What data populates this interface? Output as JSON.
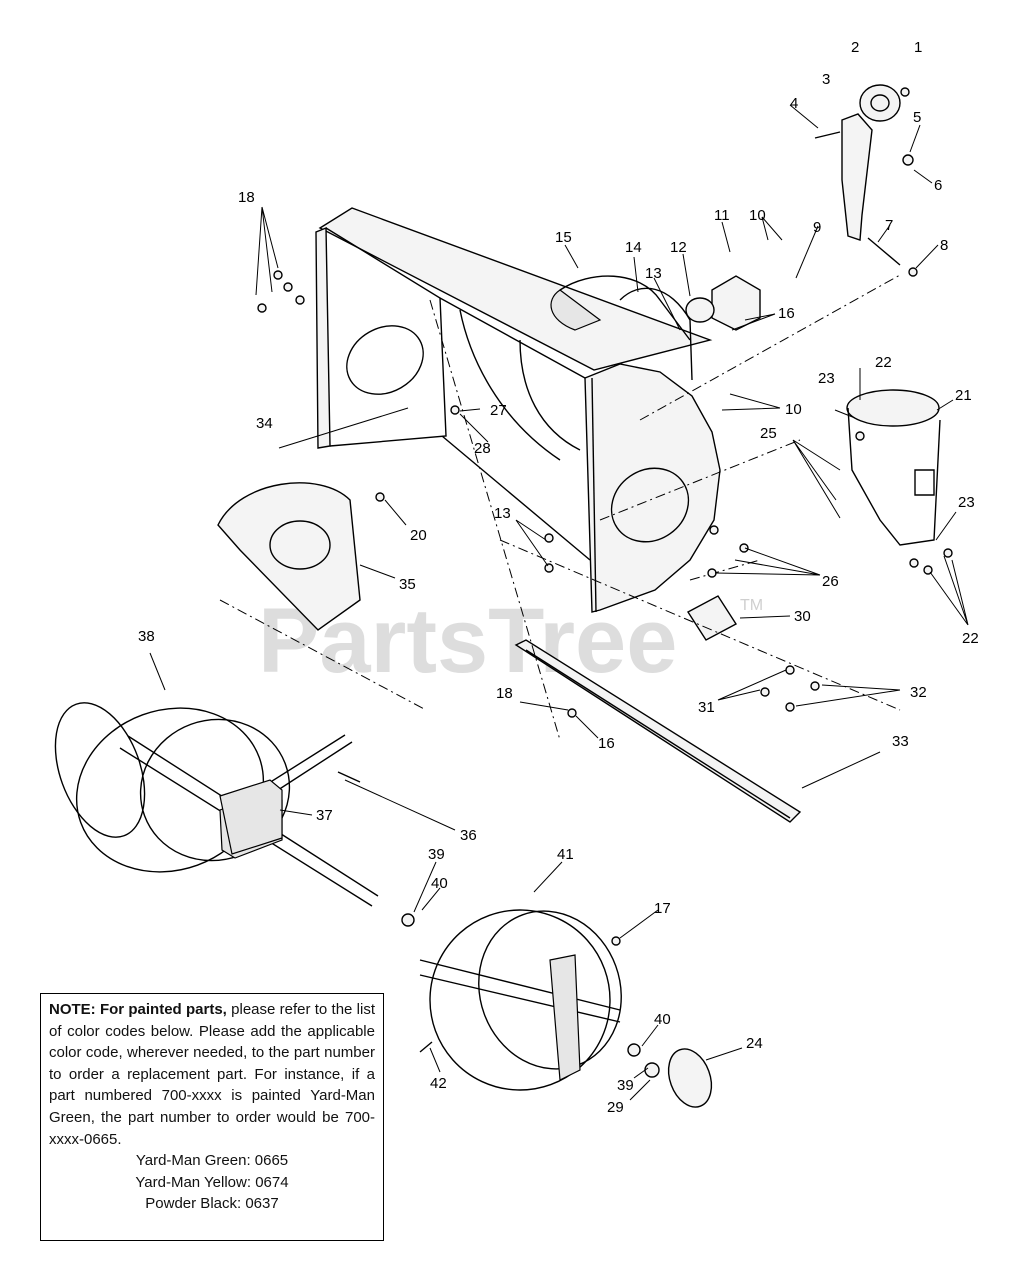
{
  "watermark": {
    "text": "PartsTree",
    "tm": "TM"
  },
  "callouts": [
    {
      "n": "1"
    },
    {
      "n": "2"
    },
    {
      "n": "3"
    },
    {
      "n": "4"
    },
    {
      "n": "5"
    },
    {
      "n": "6"
    },
    {
      "n": "7"
    },
    {
      "n": "8"
    },
    {
      "n": "9"
    },
    {
      "n": "10"
    },
    {
      "n": "10"
    },
    {
      "n": "11"
    },
    {
      "n": "12"
    },
    {
      "n": "13"
    },
    {
      "n": "14"
    },
    {
      "n": "15"
    },
    {
      "n": "16"
    },
    {
      "n": "18"
    },
    {
      "n": "21"
    },
    {
      "n": "22"
    },
    {
      "n": "23"
    },
    {
      "n": "34"
    },
    {
      "n": "27"
    },
    {
      "n": "28"
    },
    {
      "n": "25"
    },
    {
      "n": "23"
    },
    {
      "n": "20"
    },
    {
      "n": "13"
    },
    {
      "n": "35"
    },
    {
      "n": "26"
    },
    {
      "n": "22"
    },
    {
      "n": "30"
    },
    {
      "n": "38"
    },
    {
      "n": "18"
    },
    {
      "n": "32"
    },
    {
      "n": "31"
    },
    {
      "n": "16"
    },
    {
      "n": "33"
    },
    {
      "n": "37"
    },
    {
      "n": "36"
    },
    {
      "n": "39"
    },
    {
      "n": "41"
    },
    {
      "n": "40"
    },
    {
      "n": "17"
    },
    {
      "n": "40"
    },
    {
      "n": "24"
    },
    {
      "n": "42"
    },
    {
      "n": "39"
    },
    {
      "n": "29"
    }
  ],
  "note": {
    "bold_prefix": "NOTE: For painted parts,",
    "body": " please refer to the list of color codes below. Please add the applicable color code, wherever needed, to the part number to order a replacement part. For instance, if a part numbered 700-xxxx is painted Yard-Man Green, the part number to order would be 700-xxxx-0665.",
    "codes": [
      "Yard-Man Green: 0665",
      "Yard-Man Yellow: 0674",
      "Powder Black: 0637"
    ]
  }
}
